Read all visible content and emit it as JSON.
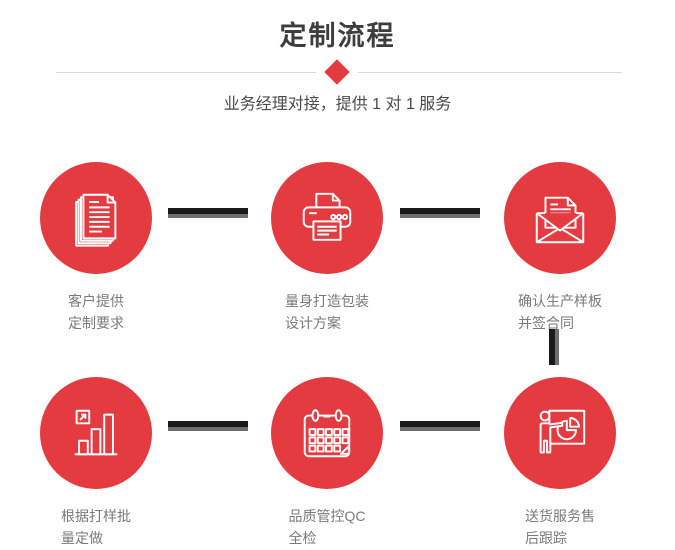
{
  "header": {
    "title": "定制流程",
    "subtitle": "业务经理对接，提供 1 对 1 服务"
  },
  "steps": [
    {
      "icon": "documents-icon",
      "line1": "客户提供",
      "line2": "定制要求"
    },
    {
      "icon": "printer-icon",
      "line1": "量身打造包装",
      "line2": "设计方案"
    },
    {
      "icon": "envelope-icon",
      "line1": "确认生产样板",
      "line2": "并签合同"
    },
    {
      "icon": "bar-chart-icon",
      "line1": "根据打样批",
      "line2": "量定做"
    },
    {
      "icon": "calendar-icon",
      "line1": "品质管控QC",
      "line2": "全检"
    },
    {
      "icon": "presentation-icon",
      "line1": "送货服务售",
      "line2": "后跟踪"
    }
  ],
  "colors": {
    "accent_red": "#e33b40",
    "icon_stroke": "#ffffff",
    "title_text": "#3d3d3d",
    "subtitle_text": "#4a4a4a",
    "label_text": "#7a7a7a",
    "divider": "#d9d9d9",
    "connector_dark": "#1a1a1a",
    "connector_gray": "#6e6e6e"
  }
}
